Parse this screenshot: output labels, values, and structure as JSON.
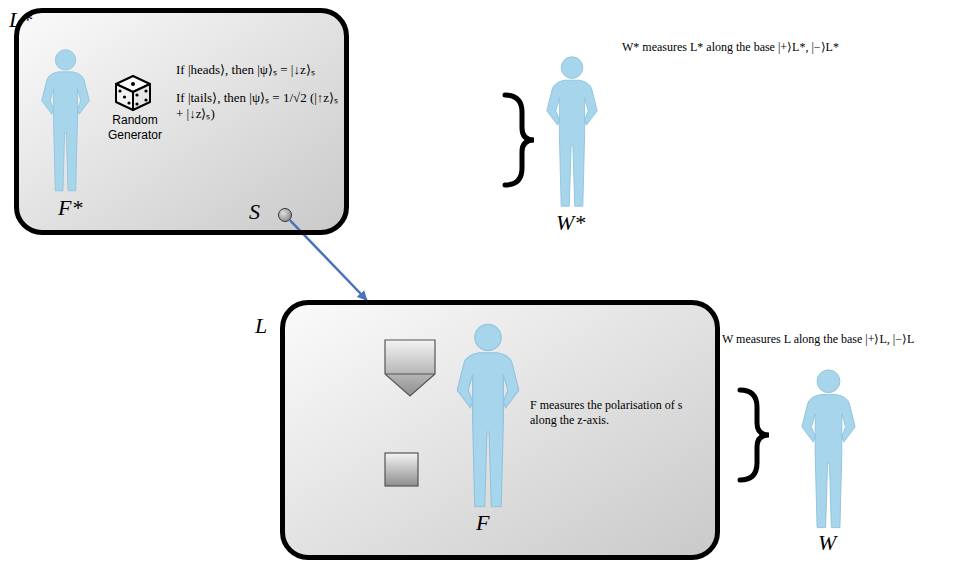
{
  "diagram": {
    "nodes": [
      {
        "text": [
          "L*"
        ]
      },
      {
        "text": [
          "S"
        ],
        "in": 0
      },
      {
        "text": [
          "L"
        ]
      }
    ],
    "edges": [
      {
        "from": 1,
        "to": 2,
        "arrow": "to"
      }
    ],
    "labels": [
      "Random Generator",
      "If |heads⟩, then |ψ⟩ₛ = |↓z⟩ₛ",
      "If |tails⟩, then |ψ⟩ₛ = 1/√2 (|↑z⟩ₛ + |↓z⟩ₛ)",
      "F*",
      "W* measures L* along the base |+⟩L*, |−⟩L*",
      "W*",
      "F measures the polarisation of s along the z-axis.",
      "F",
      "W measures L along the base |+⟩L, |−⟩L",
      "W"
    ]
  }
}
